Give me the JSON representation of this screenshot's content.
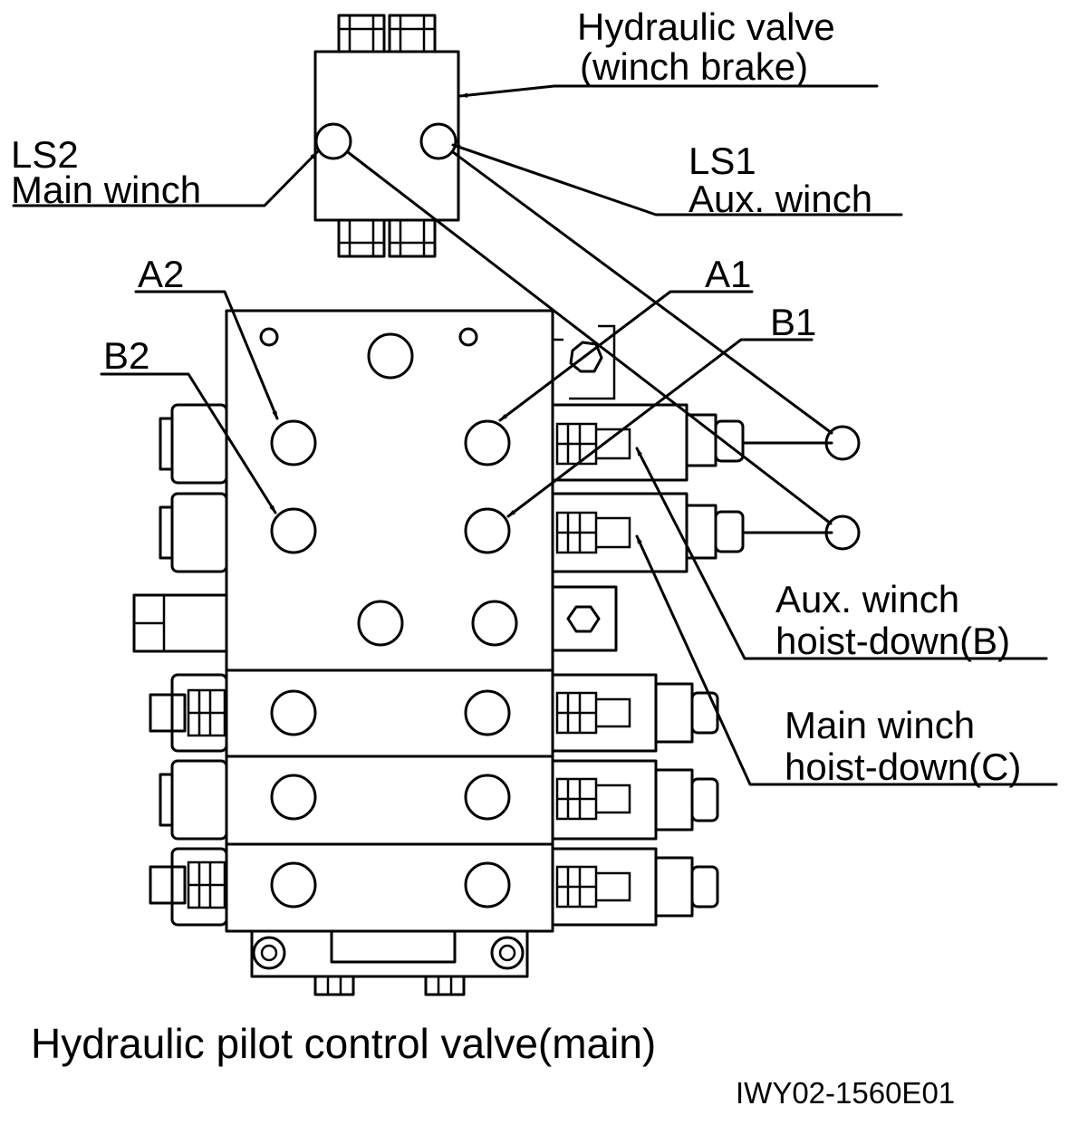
{
  "labels": {
    "hydraulic_valve_line1": "Hydraulic valve",
    "hydraulic_valve_line2": "(winch brake)",
    "ls2_line1": "LS2",
    "ls2_line2": "Main winch",
    "ls1_line1": "LS1",
    "ls1_line2": "Aux. winch",
    "a2": "A2",
    "b2": "B2",
    "a1": "A1",
    "b1": "B1",
    "aux_hoist_line1": "Aux. winch",
    "aux_hoist_line2": "hoist-down(B)",
    "main_hoist_line1": "Main winch",
    "main_hoist_line2": "hoist-down(C)",
    "caption": "Hydraulic pilot control valve(main)",
    "figure_code": "IWY02-1560E01"
  }
}
